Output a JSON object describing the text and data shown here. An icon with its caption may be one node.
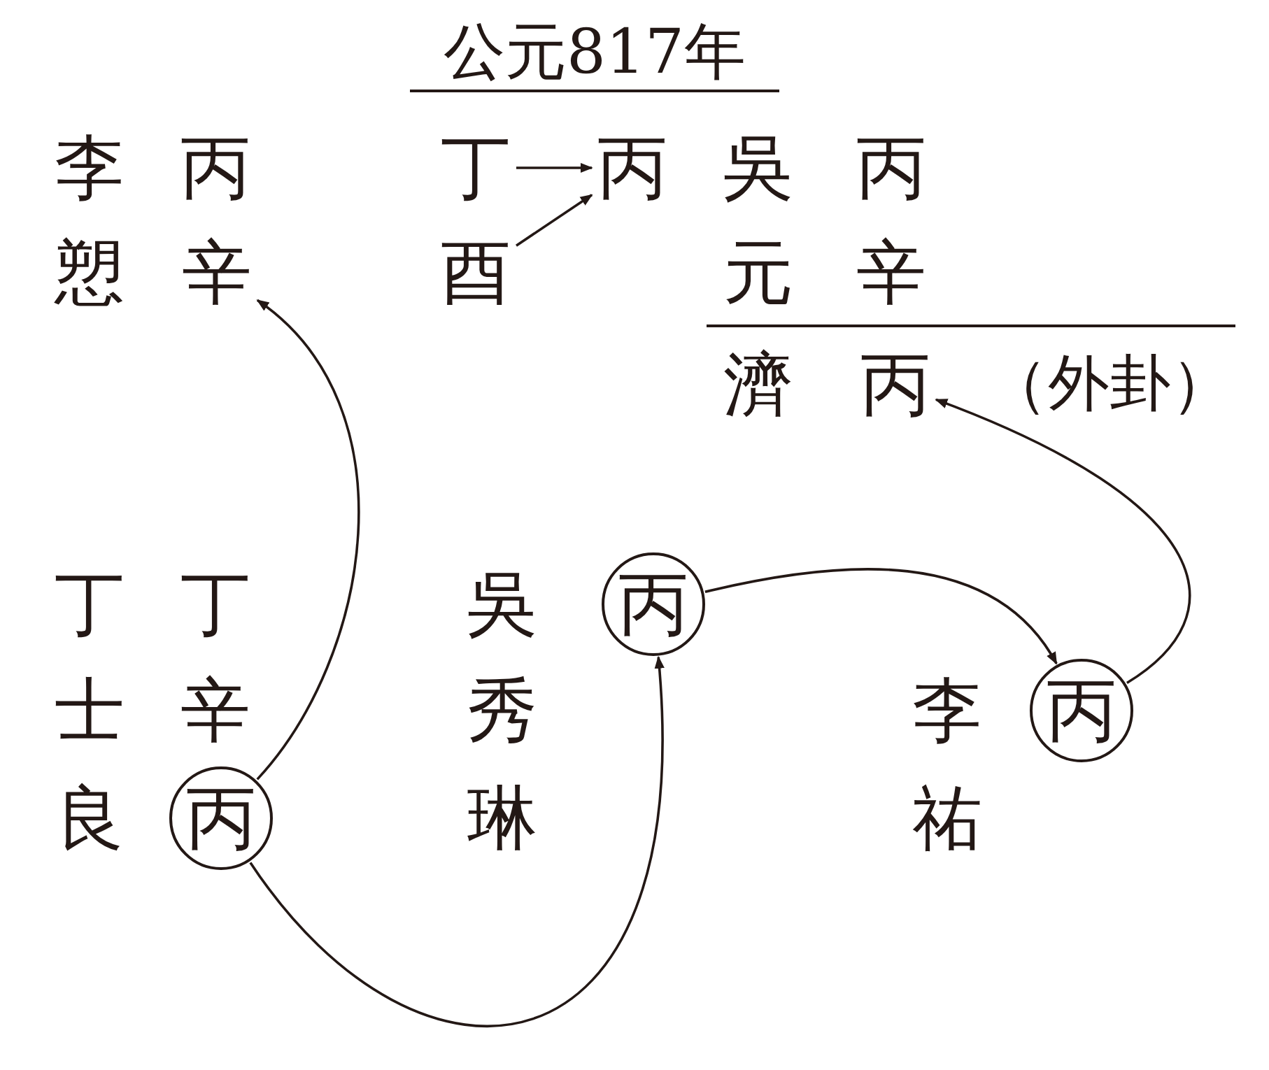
{
  "diagram": {
    "title": "公元817年",
    "nodes": [
      {
        "text": [
          "丁"
        ]
      },
      {
        "text": [
          "丙"
        ]
      },
      {
        "text": [
          "辛"
        ]
      },
      {
        "text": [
          "酉"
        ]
      },
      {
        "text": [
          "丙"
        ],
        "beside": [
          "（外卦）"
        ]
      },
      {
        "text": [
          "丙"
        ]
      },
      {
        "text": [
          "丙"
        ]
      },
      {
        "text": [
          "丙"
        ]
      }
    ],
    "edges": [
      {
        "from": 0,
        "to": 1,
        "arrow": "to"
      },
      {
        "from": 3,
        "to": 1,
        "arrow": "to"
      },
      {
        "from": 7,
        "to": 2,
        "arrow": "to"
      },
      {
        "from": 7,
        "to": 5,
        "arrow": "to"
      },
      {
        "from": 5,
        "to": 6,
        "arrow": "to"
      },
      {
        "from": 6,
        "to": 4,
        "arrow": "to"
      }
    ],
    "labels": [
      "李",
      "丙",
      "吳",
      "丙",
      "愬",
      "元",
      "辛",
      "濟",
      "丁",
      "丁",
      "吳",
      "士",
      "辛",
      "秀",
      "李",
      "良",
      "琳",
      "祐"
    ]
  }
}
